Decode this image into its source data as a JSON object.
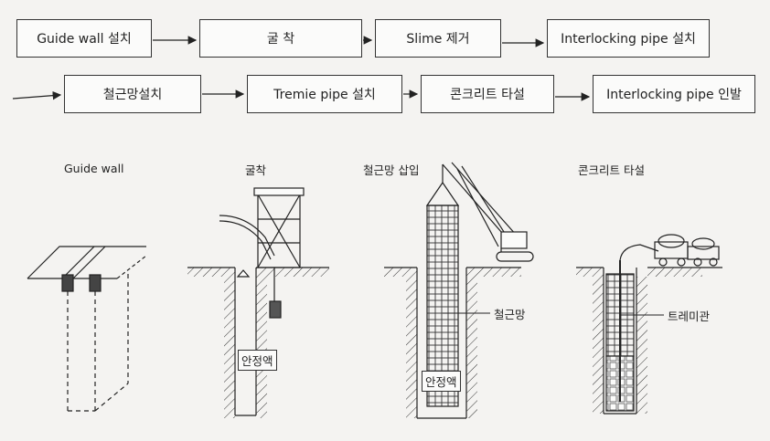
{
  "flow": {
    "row1": [
      "Guide wall 설치",
      "굴 착",
      "Slime 제거",
      "Interlocking pipe 설치"
    ],
    "row2": [
      "철근망설치",
      "Tremie pipe 설치",
      "콘크리트 타설",
      "Interlocking pipe 인발"
    ]
  },
  "stages": {
    "guide_wall": "Guide wall",
    "excavation": "굴착",
    "rebar_insert": "철근망 삽입",
    "concrete_pour": "콘크리트 타설"
  },
  "labels": {
    "stabilizer_1": "안정액",
    "stabilizer_2": "안정액",
    "rebar_cage": "철근망",
    "tremie_pipe": "트레미관"
  }
}
